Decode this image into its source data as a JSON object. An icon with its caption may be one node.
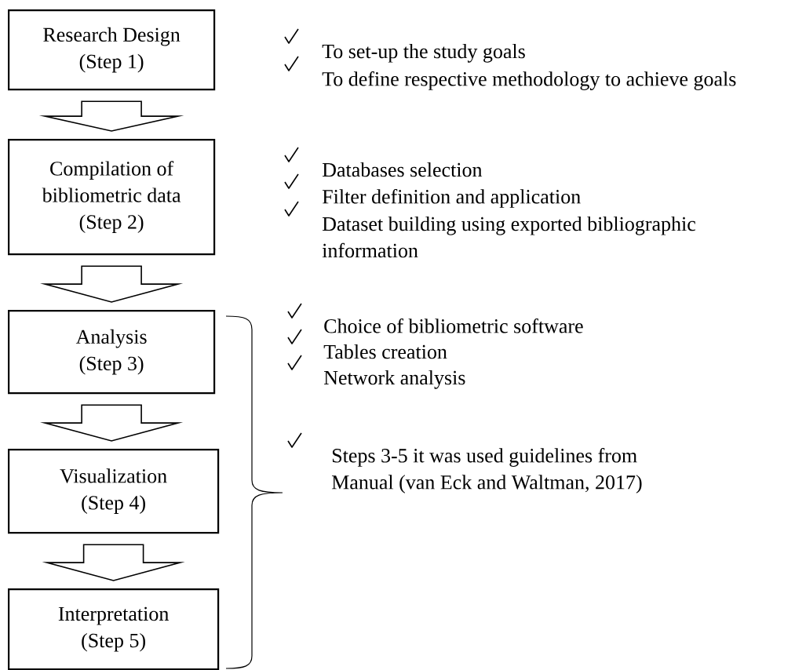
{
  "diagram": {
    "nodes": [
      {
        "text": [
          "Research Design",
          "(Step 1)"
        ]
      },
      {
        "text": [
          "Compilation of bibliometric data",
          "(Step 2)"
        ]
      },
      {
        "text": [
          "Analysis",
          "(Step 3)"
        ]
      },
      {
        "text": [
          "Visualization",
          "(Step 4)"
        ]
      },
      {
        "text": [
          "Interpretation",
          "(Step 5)"
        ]
      }
    ],
    "edges": [
      {
        "from": 0,
        "to": 1,
        "arrow": "to"
      },
      {
        "from": 1,
        "to": 2,
        "arrow": "to"
      },
      {
        "from": 2,
        "to": 3,
        "arrow": "to"
      },
      {
        "from": 3,
        "to": 4,
        "arrow": "to"
      }
    ],
    "labels": [
      "To set-up the study goals",
      "To define respective methodology to achieve goals",
      "Databases selection",
      "Filter definition and application",
      "Dataset building using exported bibliographic information",
      "Choice of bibliometric software",
      "Tables creation",
      "Network analysis",
      "Steps 3-5 it was used guidelines from Manual (van Eck and Waltman, 2017)"
    ]
  }
}
